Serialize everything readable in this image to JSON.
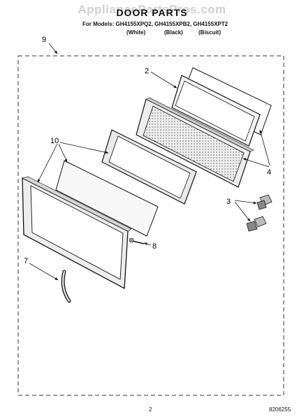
{
  "watermark": "AppliancePartsPros.com",
  "title": "DOOR PARTS",
  "models_line": "For Models: GH4155XPQ2, GH4155XPB2, GH4155XPT2",
  "colors": [
    "(White)",
    "(Black)",
    "(Biscuit)"
  ],
  "callouts": {
    "c9": "9",
    "c2": "2",
    "c10": "10",
    "c4": "4",
    "c3": "3",
    "c8": "8",
    "c7": "7"
  },
  "footer": {
    "page": "2",
    "doc": "8206255"
  }
}
